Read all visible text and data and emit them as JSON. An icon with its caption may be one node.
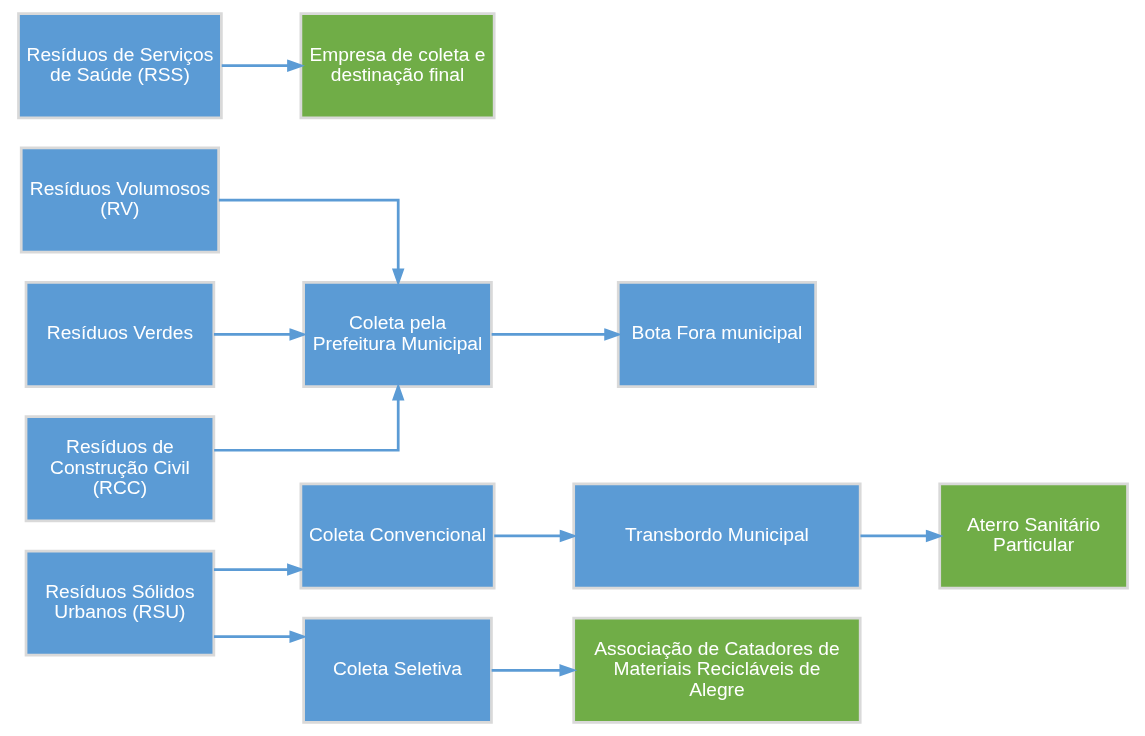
{
  "diagram": {
    "nodes": [
      {
        "text": [
          "Resíduos Sólidos Urbanos (RSU)"
        ]
      },
      {
        "text": [
          "Coleta Convencional"
        ]
      },
      {
        "text": [
          "Transbordo Municipal"
        ]
      },
      {
        "text": [
          "Aterro Sanitário Particular"
        ]
      },
      {
        "text": [
          "Coleta Seletiva"
        ]
      },
      {
        "text": [
          "Associação de Catadores de Materiais Recicláveis de Alegre"
        ]
      },
      {
        "text": [
          "Resíduos Volumosos (RV)"
        ]
      },
      {
        "text": [
          "Resíduos Verdes"
        ]
      },
      {
        "text": [
          "Coleta pela Prefeitura Municipal"
        ]
      },
      {
        "text": [
          "Bota Fora municipal"
        ]
      },
      {
        "text": [
          "Resíduos de Construção Civil (RCC)"
        ]
      },
      {
        "text": [
          "Resíduos de Serviços de Saúde (RSS)"
        ]
      },
      {
        "text": [
          "Empresa de coleta e destinação final"
        ]
      }
    ],
    "edges": [
      {
        "from": 0,
        "to": 1,
        "arrow": "to"
      },
      {
        "from": 0,
        "to": 4,
        "arrow": "to"
      },
      {
        "from": 1,
        "to": 2,
        "arrow": "to"
      },
      {
        "from": 2,
        "to": 3,
        "arrow": "to"
      },
      {
        "from": 4,
        "to": 5,
        "arrow": "to"
      },
      {
        "from": 6,
        "to": 8,
        "arrow": "to"
      },
      {
        "from": 7,
        "to": 8,
        "arrow": "to"
      },
      {
        "from": 10,
        "to": 8,
        "arrow": "to"
      },
      {
        "from": 8,
        "to": 9,
        "arrow": "to"
      },
      {
        "from": 11,
        "to": 12,
        "arrow": "to"
      }
    ]
  }
}
